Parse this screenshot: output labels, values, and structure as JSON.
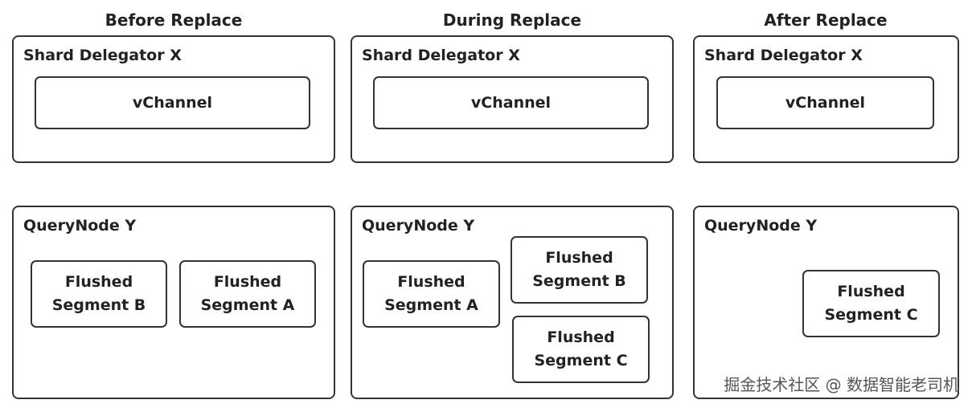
{
  "columns": [
    {
      "title": "Before Replace",
      "delegator": {
        "label": "Shard Delegator X",
        "channel": "vChannel"
      },
      "querynode": {
        "label": "QueryNode Y",
        "segments": [
          {
            "line1": "Flushed",
            "line2": "Segment B"
          },
          {
            "line1": "Flushed",
            "line2": "Segment A"
          }
        ]
      }
    },
    {
      "title": "During Replace",
      "delegator": {
        "label": "Shard Delegator X",
        "channel": "vChannel"
      },
      "querynode": {
        "label": "QueryNode Y",
        "segments": [
          {
            "line1": "Flushed",
            "line2": "Segment A"
          },
          {
            "line1": "Flushed",
            "line2": "Segment B"
          },
          {
            "line1": "Flushed",
            "line2": "Segment C"
          }
        ]
      }
    },
    {
      "title": "After Replace",
      "delegator": {
        "label": "Shard Delegator X",
        "channel": "vChannel"
      },
      "querynode": {
        "label": "QueryNode Y",
        "segments": [
          {
            "line1": "Flushed",
            "line2": "Segment C"
          }
        ]
      }
    }
  ],
  "watermark": "掘金技术社区 @ 数据智能老司机"
}
